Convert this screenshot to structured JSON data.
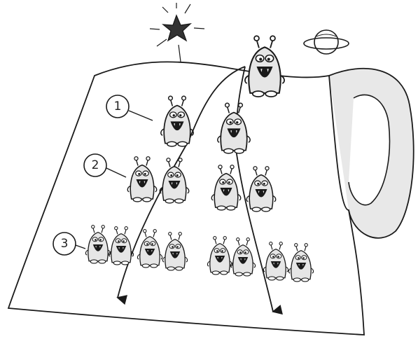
{
  "levels": [
    {
      "label": "1",
      "count": 2
    },
    {
      "label": "2",
      "count": 4
    },
    {
      "label": "3",
      "count": 8
    }
  ],
  "icons": {
    "star": "star-icon",
    "planet": "planet-icon",
    "alien": "alien-icon"
  },
  "colors": {
    "ink": "#1a1a1a",
    "sheet": "#ffffff",
    "shade": "#d9d9d9",
    "star_fill": "#333333"
  }
}
